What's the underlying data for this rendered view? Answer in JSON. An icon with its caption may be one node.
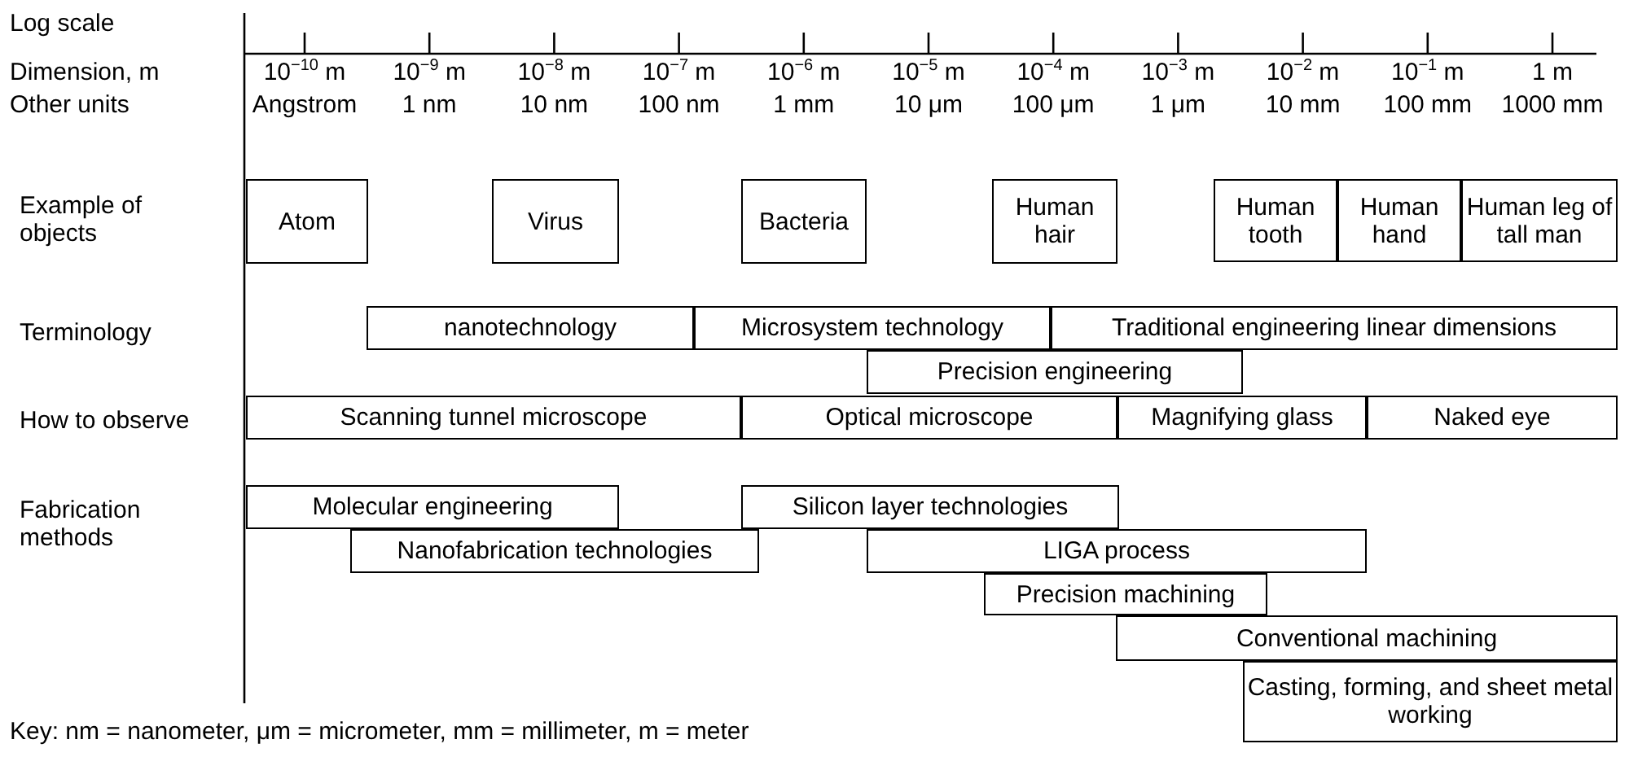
{
  "diagram": {
    "nodes": [
      {
        "text": [
          "Atom"
        ]
      },
      {
        "text": [
          "Virus"
        ]
      },
      {
        "text": [
          "Bacteria"
        ]
      },
      {
        "text": [
          "Human hair"
        ]
      },
      {
        "text": [
          "Human tooth"
        ]
      },
      {
        "text": [
          "Human hand"
        ]
      },
      {
        "text": [
          "Human leg of tall man"
        ]
      },
      {
        "text": [
          "nanotechnology"
        ]
      },
      {
        "text": [
          "Microsystem technology"
        ]
      },
      {
        "text": [
          "Traditional engineering linear dimensions"
        ]
      },
      {
        "text": [
          "Precision engineering"
        ]
      },
      {
        "text": [
          "Scanning tunnel microscope"
        ]
      },
      {
        "text": [
          "Optical microscope"
        ]
      },
      {
        "text": [
          "Magnifying glass"
        ]
      },
      {
        "text": [
          "Naked eye"
        ]
      },
      {
        "text": [
          "Molecular engineering"
        ]
      },
      {
        "text": [
          "Silicon layer technologies"
        ]
      },
      {
        "text": [
          "Nanofabrication technologies"
        ]
      },
      {
        "text": [
          "LIGA process"
        ]
      },
      {
        "text": [
          "Precision machining"
        ]
      },
      {
        "text": [
          "Conventional machining"
        ]
      },
      {
        "text": [
          "Casting, forming, and sheet metal working"
        ]
      }
    ],
    "labels": [
      "Log scale",
      "Dimension, m",
      "10$^{−10}$ m",
      "10$^{−9}$ m",
      "10$^{−8}$ m",
      "10$^{−7}$ m",
      "10$^{−6}$ m",
      "10$^{−5}$ m",
      "10$^{−4}$ m",
      "10$^{−3}$ m",
      "10$^{−2}$ m",
      "10$^{−1}$ m",
      "1 m",
      "Other units",
      "Angstrom",
      "1 nm",
      "10 nm",
      "100 nm",
      "1 mm",
      "10 μm",
      "100 μm",
      "1 μm",
      "10 mm",
      "100 mm",
      "1000 mm",
      "Example of objects",
      "Terminology",
      "How to observe",
      "Fabrication methods",
      "Key: nm = nanometer, μm = micrometer, mm = millimeter, m = meter"
    ]
  }
}
